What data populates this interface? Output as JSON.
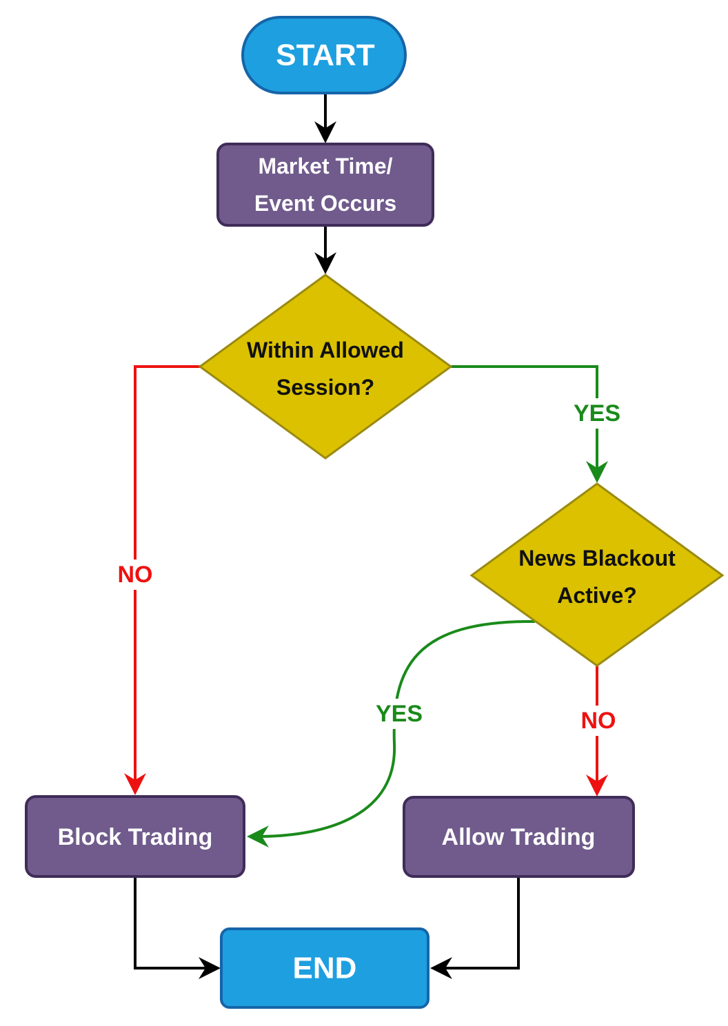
{
  "diagram": {
    "colors": {
      "terminal_fill": "#1E9FE0",
      "terminal_stroke": "#1565A8",
      "process_fill": "#705B8C",
      "process_stroke": "#3F2C58",
      "decision_fill": "#DBC100",
      "decision_stroke": "#9A8A10",
      "yes_color": "#1A8A1A",
      "no_color": "#EE1111",
      "neutral_arrow": "#000000"
    },
    "nodes": {
      "start": {
        "label": "START",
        "shape": "terminal"
      },
      "market_event": {
        "line1": "Market Time/",
        "line2": "Event Occurs",
        "shape": "process"
      },
      "session_check": {
        "line1": "Within Allowed",
        "line2": "Session?",
        "shape": "decision"
      },
      "news_check": {
        "line1": "News Blackout",
        "line2": "Active?",
        "shape": "decision"
      },
      "block": {
        "label": "Block Trading",
        "shape": "process"
      },
      "allow": {
        "label": "Allow Trading",
        "shape": "process"
      },
      "end": {
        "label": "END",
        "shape": "terminal"
      }
    },
    "edges": {
      "session_no": {
        "label": "NO"
      },
      "session_yes": {
        "label": "YES"
      },
      "news_yes": {
        "label": "YES"
      },
      "news_no": {
        "label": "NO"
      }
    }
  }
}
